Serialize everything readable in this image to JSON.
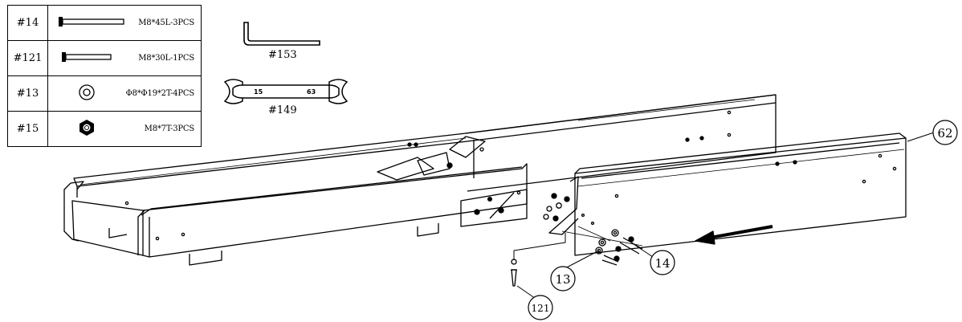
{
  "parts_table": {
    "rows": [
      {
        "id": "#14",
        "icon": "long-bolt-icon",
        "spec": "M8*45L-3PCS"
      },
      {
        "id": "#121",
        "icon": "short-bolt-icon",
        "spec": "M8*30L-1PCS"
      },
      {
        "id": "#13",
        "icon": "washer-icon",
        "spec": "Φ8*Φ19*2T-4PCS"
      },
      {
        "id": "#15",
        "icon": "hex-nut-icon",
        "spec": "M8*7T-3PCS"
      }
    ]
  },
  "tools": {
    "hex_key": {
      "label": "#153",
      "icon": "allen-key-icon"
    },
    "wrench": {
      "label": "#149",
      "icon": "open-end-wrench-icon",
      "size_left": "15",
      "size_right": "63"
    }
  },
  "callouts": {
    "frame": "62",
    "bolt_long": "14",
    "washer": "13",
    "bolt_short": "121"
  },
  "colors": {
    "line": "#000000",
    "background": "#ffffff"
  }
}
